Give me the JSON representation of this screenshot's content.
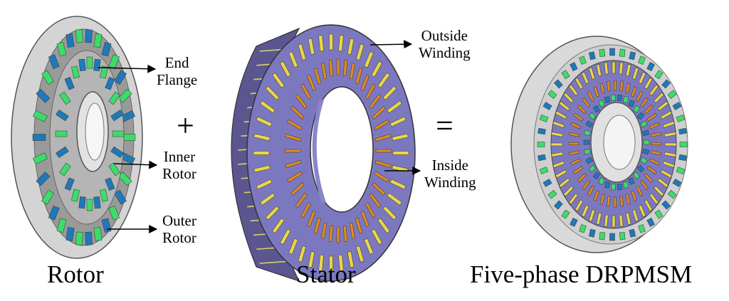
{
  "components": {
    "rotor": {
      "caption": "Rotor",
      "parts": [
        {
          "line1": "End",
          "line2": "Flange"
        },
        {
          "line1": "Inner",
          "line2": "Rotor"
        },
        {
          "line1": "Outer",
          "line2": "Rotor"
        }
      ]
    },
    "stator": {
      "caption": "Stator",
      "parts": [
        {
          "line1": "Outside",
          "line2": "Winding"
        },
        {
          "line1": "Inside",
          "line2": "Winding"
        }
      ]
    },
    "machine": {
      "caption": "Five-phase DRPMSM"
    }
  },
  "operators": {
    "plus": "+",
    "equals": "="
  },
  "colors": {
    "housing": "#d4d4d4",
    "housing_shade": "#9a9a9a",
    "magnet_green": "#3ddc6a",
    "magnet_blue": "#1f79b8",
    "stator_core": "#7c78c0",
    "stator_side": "#5b5690",
    "winding_yellow": "#e8d64a",
    "winding_orange": "#e08a22"
  }
}
